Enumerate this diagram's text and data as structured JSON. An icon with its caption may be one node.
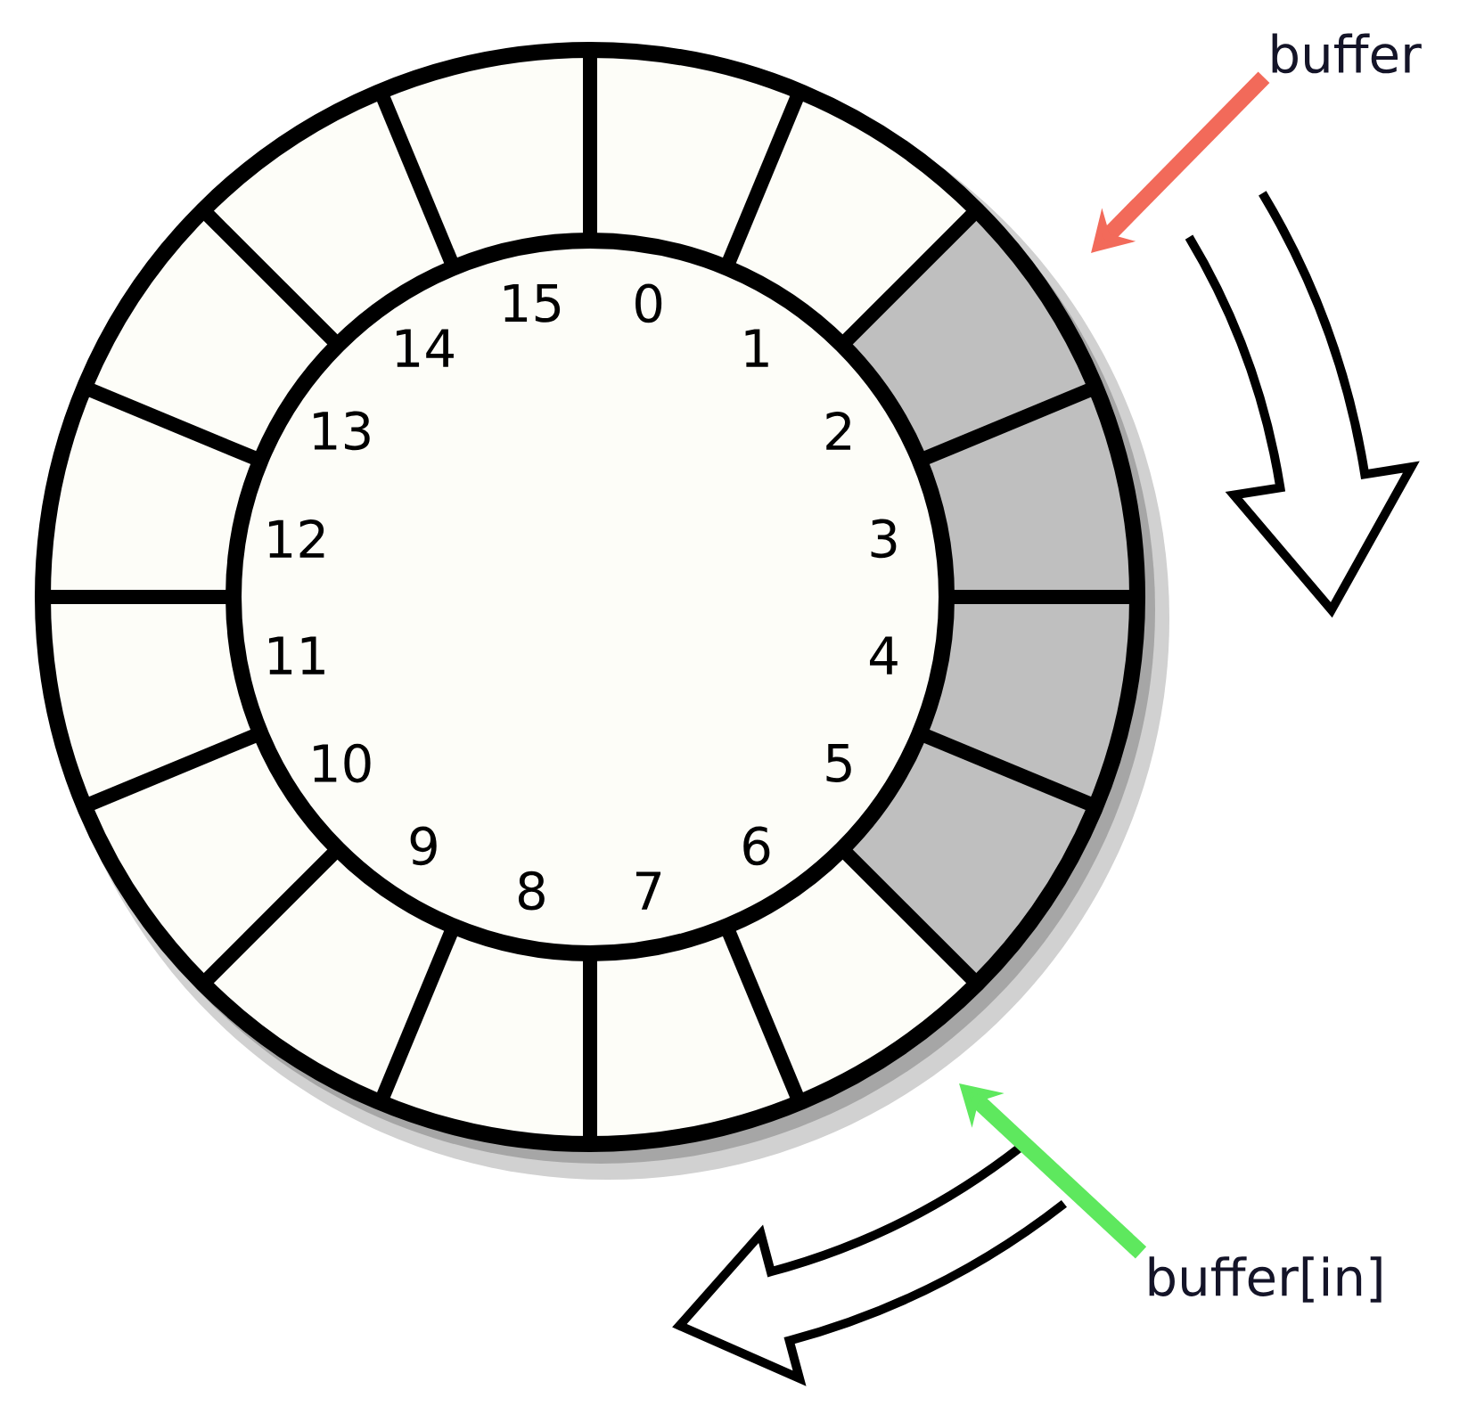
{
  "diagram": {
    "nodes": [
      {
        "text": [
          "buffer"
        ]
      },
      {
        "text": [
          "buffer[in]"
        ]
      }
    ],
    "edges": [
      {
        "from": 0,
        "to": null,
        "arrow": "to",
        "color": "#f26a5a"
      },
      {
        "from": 1,
        "to": null,
        "arrow": "to",
        "color": "#5ee85e"
      }
    ],
    "labels": [
      "0",
      "1",
      "2",
      "3",
      "4",
      "5",
      "6",
      "7",
      "8",
      "9",
      "10",
      "11",
      "12",
      "13",
      "14",
      "15"
    ]
  }
}
